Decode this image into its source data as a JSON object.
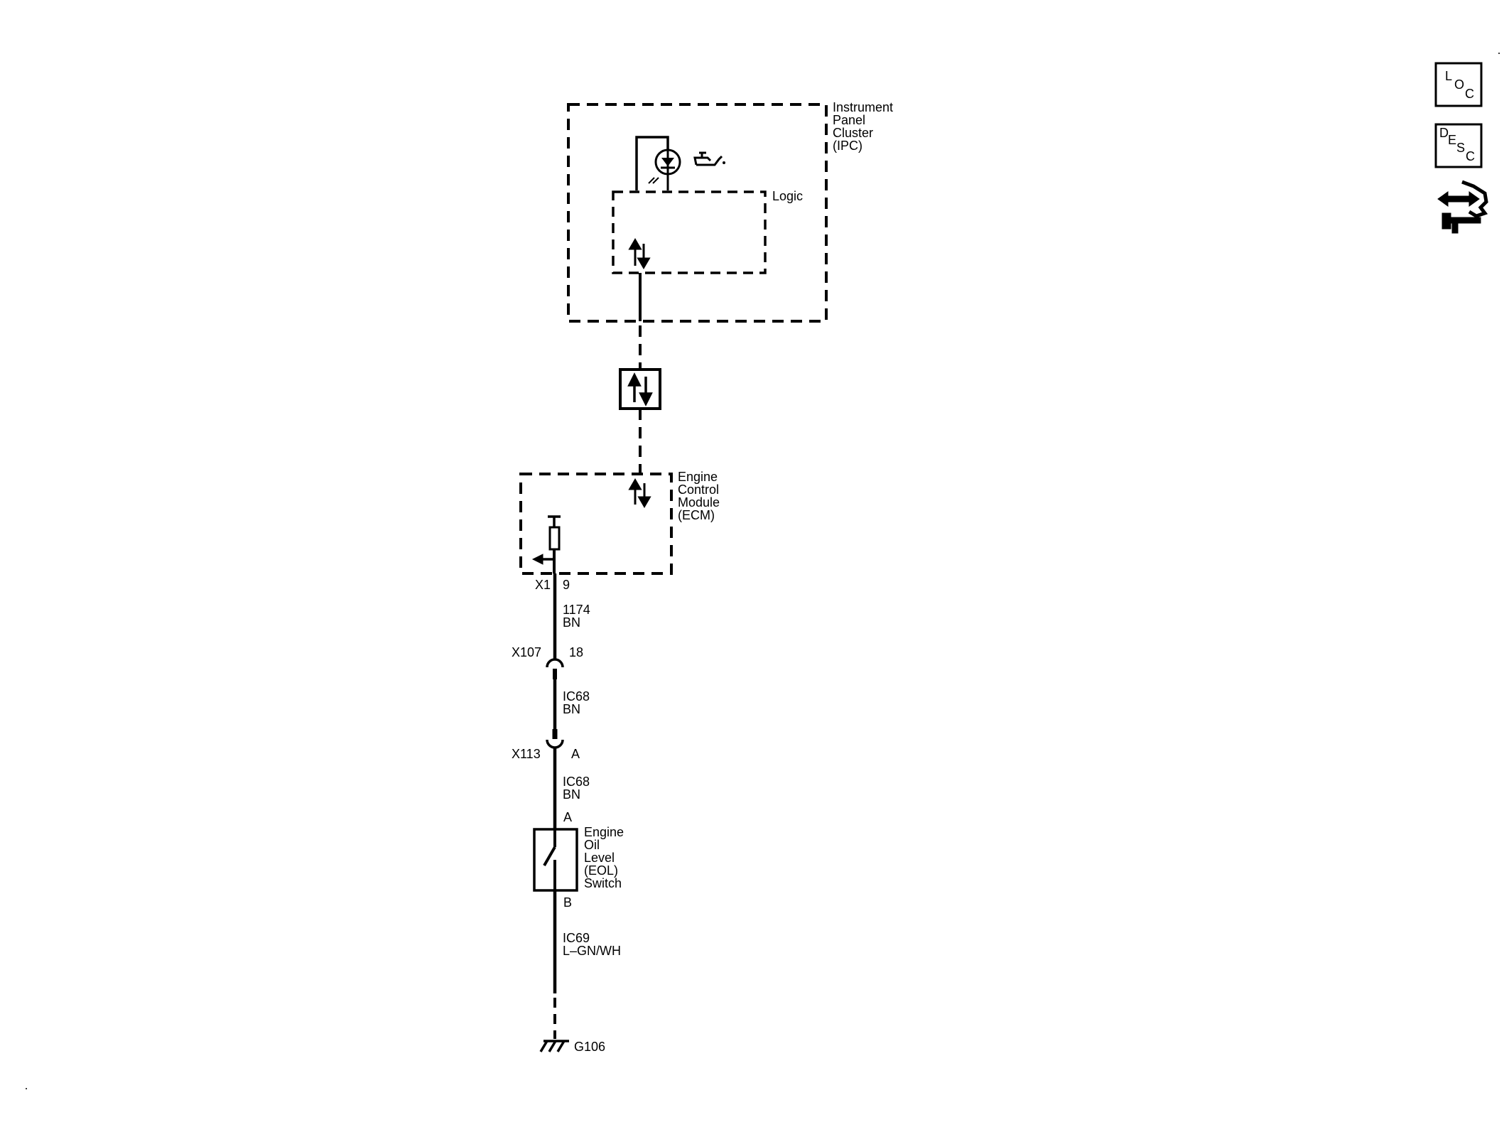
{
  "ipc": {
    "name_lines": [
      "Instrument",
      "Panel",
      "Cluster",
      "(IPC)"
    ],
    "logic_label": "Logic"
  },
  "ecm": {
    "name_lines": [
      "Engine",
      "Control",
      "Module",
      "(ECM)"
    ],
    "connector": "X1",
    "pin": "9"
  },
  "circuit_1": {
    "number": "1174",
    "color": "BN"
  },
  "inline_x107": {
    "connector": "X107",
    "pin": "18"
  },
  "circuit_2": {
    "number": "IC68",
    "color": "BN"
  },
  "inline_x113": {
    "connector": "X113",
    "pin": "A"
  },
  "circuit_3": {
    "number": "IC68",
    "color": "BN"
  },
  "eol_switch": {
    "pin_top": "A",
    "pin_bottom": "B",
    "name_lines": [
      "Engine",
      "Oil",
      "Level",
      "(EOL)",
      "Switch"
    ]
  },
  "circuit_4": {
    "number": "IC69",
    "color": "L–GN/WH"
  },
  "ground": {
    "label": "G106"
  },
  "side_panel": {
    "loc": [
      "L",
      "O",
      "C"
    ],
    "desc": [
      "D",
      "E",
      "S",
      "C"
    ],
    "tool_icon": "connector-repair-icon"
  }
}
